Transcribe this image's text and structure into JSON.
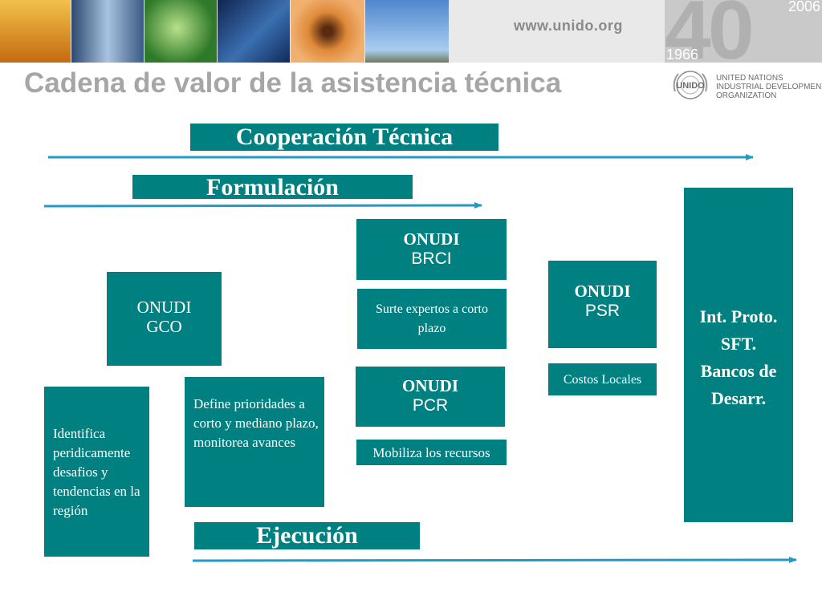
{
  "header": {
    "url": "www.unido.org",
    "anniversary": {
      "big": "40",
      "start_year": "1966",
      "end_year": "2006"
    },
    "photos": [
      "kite-photo",
      "test-tubes-photo",
      "leaf-photo",
      "circuit-board-photo",
      "flower-photo",
      "wind-turbines-photo"
    ],
    "photo_colors": [
      "#d98a1a",
      "#5a7fa8",
      "#3f8a3a",
      "#1f3a6a",
      "#d8782a",
      "#6f9fd6"
    ]
  },
  "page_title": "Cadena de valor de la asistencia técnica",
  "logo": {
    "emblem": "UNIDO",
    "lines": [
      "UNITED NATIONS",
      "INDUSTRIAL DEVELOPMENT",
      "ORGANIZATION"
    ]
  },
  "phases": {
    "cooperacion": "Cooperación Técnica",
    "formulacion": "Formulación",
    "ejecucion": "Ejecución"
  },
  "units": {
    "gco": {
      "org": "ONUDI",
      "code": "GCO"
    },
    "brci": {
      "org": "ONUDI",
      "code": "BRCI"
    },
    "pcr": {
      "org": "ONUDI",
      "code": "PCR"
    },
    "psr": {
      "org": "ONUDI",
      "code": "PSR"
    }
  },
  "descriptions": {
    "identifica": "Identifica peridicamente desafios y tendencias en la región",
    "define": "Define prioridades a corto y mediano plazo, monitorea avances",
    "surte": "Surte expertos a corto plazo",
    "mobiliza": "Mobiliza los recursos",
    "costos": "Costos Locales"
  },
  "partners": [
    "Int. Proto.",
    "SFT.",
    "Bancos de",
    "Desarr."
  ],
  "colors": {
    "teal": "#008080",
    "arrow": "#1f9bc8",
    "title_gray": "#a6a6a6"
  }
}
